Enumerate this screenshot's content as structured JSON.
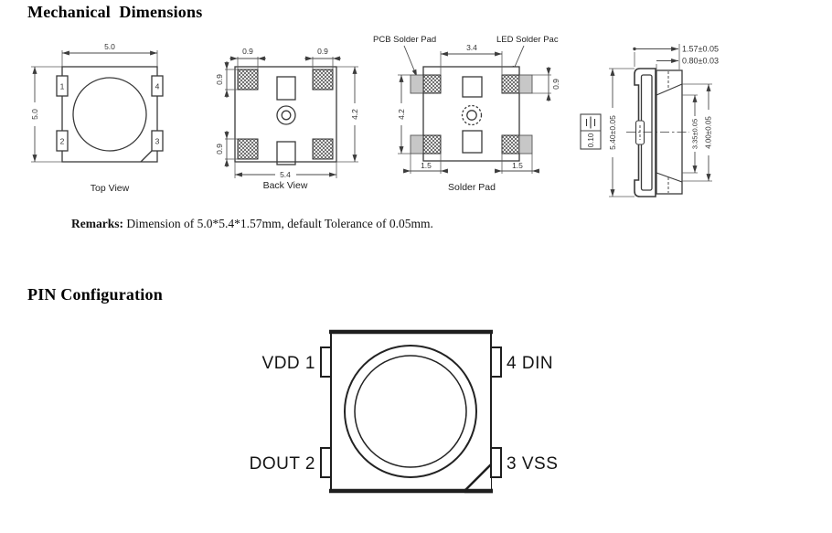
{
  "headers": {
    "mechanical": "Mechanical  Dimensions",
    "pin_config": "PIN Configuration"
  },
  "remarks": {
    "label": "Remarks:",
    "text": " Dimension of 5.0*5.4*1.57mm, default Tolerance of 0.05mm."
  },
  "top_view": {
    "caption": "Top View",
    "dim_top": "5.0",
    "dim_left": "5.0",
    "pin1": "1",
    "pin2": "2",
    "pin3": "3",
    "pin4": "4"
  },
  "back_view": {
    "caption": "Back View",
    "dim_bottom": "5.4",
    "dim_right": "4.2",
    "dim_pad_top_left": "0.9",
    "dim_pad_top_right": "0.9",
    "dim_pad_left_upper": "0.9",
    "dim_pad_left_lower": "0.9"
  },
  "solder_pad_view": {
    "caption": "Solder Pad",
    "label_pcb_pad": "PCB Solder Pad",
    "label_led_pad": "LED Solder Pac",
    "dim_top": "3.4",
    "dim_left": "4.2",
    "dim_bottom_left": "1.5",
    "dim_bottom_right": "1.5",
    "dim_right": "0.9"
  },
  "side_view": {
    "dim_thickness_total": "1.57±0.05",
    "dim_thickness_body": "0.80±0.03",
    "dim_height": "5.40±0.05",
    "dim_inner": "3.35±0.05",
    "dim_outer": "4.00±0.05",
    "flatness": "0.10"
  },
  "pin_config": {
    "pin1_label": "VDD 1",
    "pin2_label": "DOUT 2",
    "pin3_label": "3  VSS",
    "pin4_label": "4  DIN"
  }
}
